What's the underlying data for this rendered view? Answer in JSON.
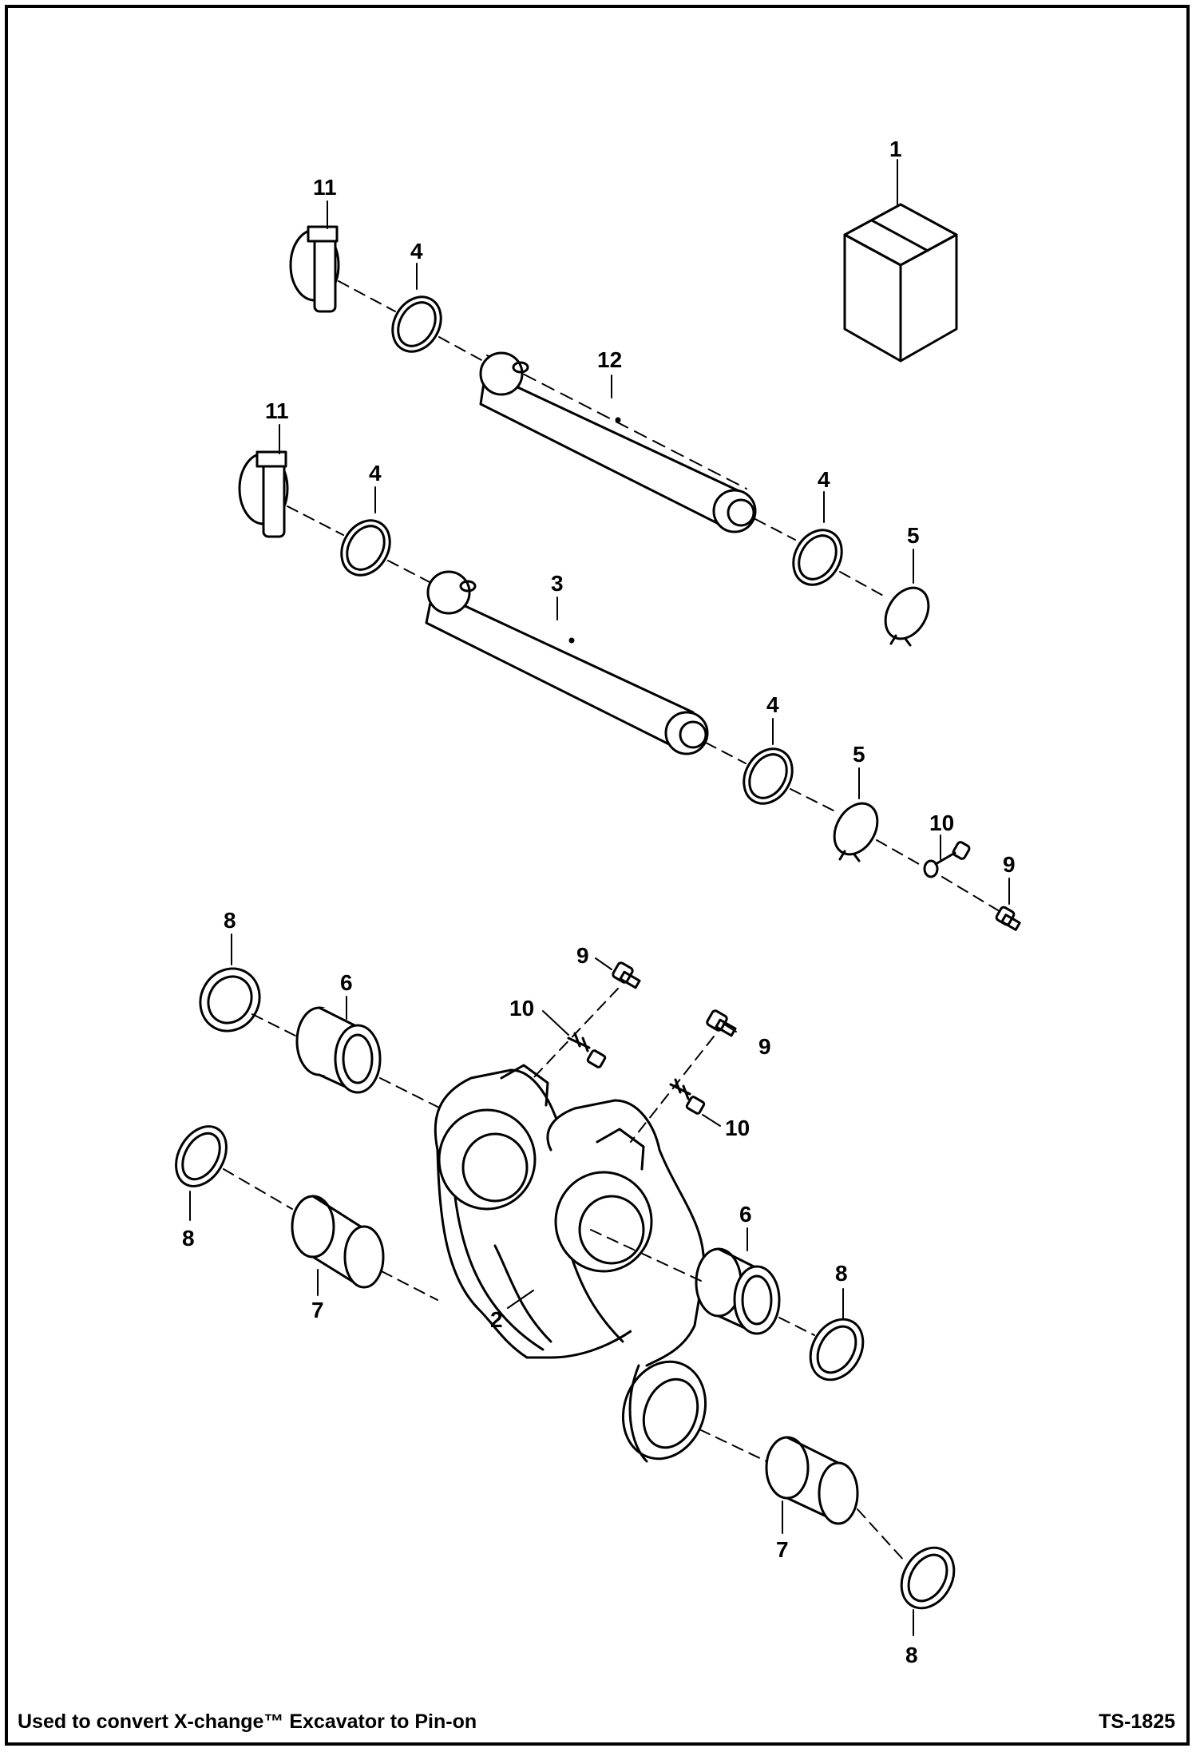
{
  "callouts": {
    "c1": "1",
    "c11a": "11",
    "c4a": "4",
    "c12": "12",
    "c11b": "11",
    "c4b": "4",
    "c4c": "4",
    "c5a": "5",
    "c3": "3",
    "c4d": "4",
    "c5b": "5",
    "c10a": "10",
    "c9a": "9",
    "c8a": "8",
    "c6a": "6",
    "c9b": "9",
    "c10b": "10",
    "c9c": "9",
    "c10c": "10",
    "c8b": "8",
    "c7a": "7",
    "c6b": "6",
    "c8c": "8",
    "c2": "2",
    "c7b": "7",
    "c8d": "8"
  },
  "footer": {
    "caption": "Used to convert X-change™ Excavator to Pin-on",
    "drawing_number": "TS-1825"
  }
}
